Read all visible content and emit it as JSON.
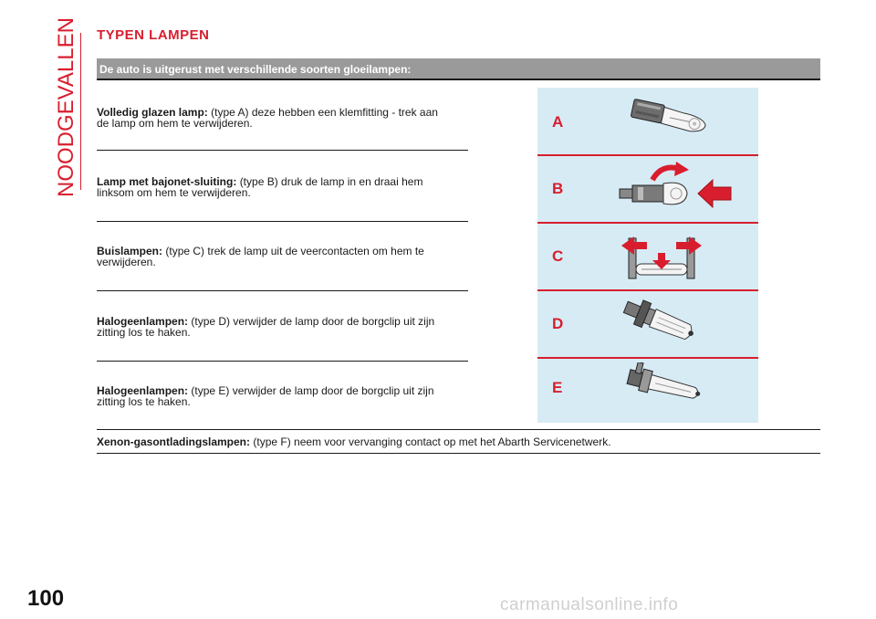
{
  "side_title": "NOODGEVALLEN",
  "page_number": "100",
  "title": "TYPEN LAMPEN",
  "subheader": "De auto is uitgerust met verschillende soorten gloeilampen:",
  "entries": [
    {
      "term": "Volledig glazen lamp:",
      "line1": "(type A) deze hebben een klemfitting - trek aan",
      "line2": "de lamp om hem te verwijderen."
    },
    {
      "term": "Lamp met bajonet-sluiting:",
      "line1": "(type B) druk de lamp in en draai hem",
      "line2": "linksom om hem te verwijderen."
    },
    {
      "term": "Buislampen:",
      "line1": "(type C) trek de lamp uit de veercontacten om hem te",
      "line2": "verwijderen."
    },
    {
      "term": "Halogeenlampen:",
      "line1": "(type D) verwijder de lamp door de borgclip uit zijn",
      "line2": "zitting los te haken."
    },
    {
      "term": "Halogeenlampen:",
      "line1": "(type E) verwijder de lamp door de borgclip uit zijn",
      "line2": "zitting los te haken."
    }
  ],
  "xenon": {
    "term": "Xenon-gasontladingslampen:",
    "text": "(type F) neem voor vervanging contact op met het Abarth Servicenetwerk."
  },
  "illustration_letters": [
    "A",
    "B",
    "C",
    "D",
    "E"
  ],
  "icons": [
    "wedge-bulb-icon",
    "bayonet-bulb-icon",
    "festoon-bulb-icon",
    "halogen-h4-bulb-icon",
    "halogen-h1-bulb-icon"
  ],
  "watermark": "carmanualsonline.info",
  "colors": {
    "accent": "#d81e2e",
    "panel": "#d7ebf5",
    "header_bar": "#9a9a9a"
  }
}
